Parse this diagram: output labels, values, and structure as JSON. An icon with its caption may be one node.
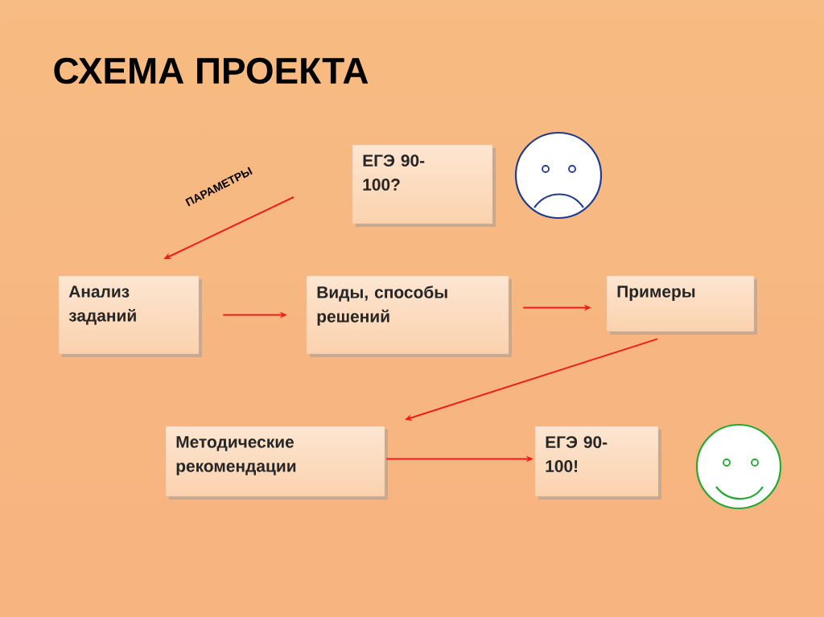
{
  "diagram": {
    "title": "СХЕМА ПРОЕКТА",
    "nodes": [
      {
        "text": [
          "ЕГЭ 90-100?"
        ]
      },
      {
        "text": [
          "Анализ заданий"
        ]
      },
      {
        "text": [
          "Виды, способы решений"
        ]
      },
      {
        "text": [
          "Примеры"
        ]
      },
      {
        "text": [
          "Методические рекомендации"
        ]
      },
      {
        "text": [
          "ЕГЭ 90-100!"
        ]
      }
    ],
    "edges": [
      {
        "from": null,
        "to": 1,
        "arrow": "to",
        "label": "ПАРАМЕТРЫ"
      },
      {
        "from": 1,
        "to": 2,
        "arrow": "to"
      },
      {
        "from": 2,
        "to": 3,
        "arrow": "to"
      },
      {
        "from": 3,
        "to": 4,
        "arrow": "to"
      },
      {
        "from": 4,
        "to": 5,
        "arrow": "to"
      }
    ]
  }
}
